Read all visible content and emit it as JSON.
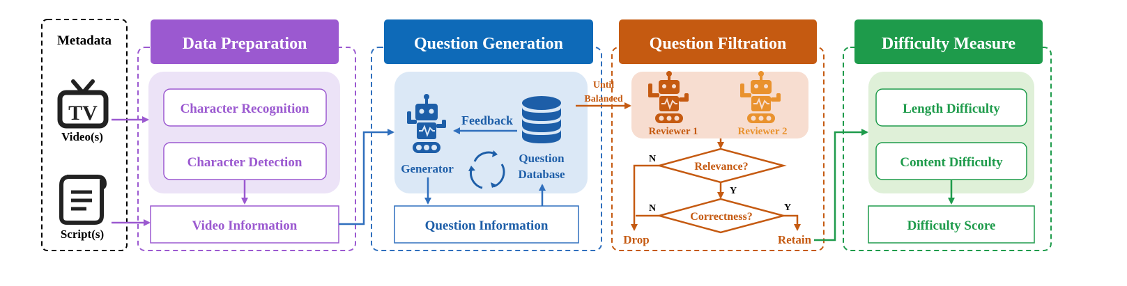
{
  "metadata": {
    "title": "Metadata",
    "video_label": "Video(s)",
    "video_icon_text": "TV",
    "script_label": "Script(s)"
  },
  "data_preparation": {
    "title": "Data Preparation",
    "character_recognition": "Character Recognition",
    "character_detection": "Character Detection",
    "video_information": "Video Information"
  },
  "question_generation": {
    "title": "Question Generation",
    "feedback": "Feedback",
    "generator": "Generator",
    "question_db_line1": "Question",
    "question_db_line2": "Database",
    "question_information": "Question Information"
  },
  "transition": {
    "until_line1": "Until",
    "until_line2": "Balanced"
  },
  "question_filtration": {
    "title": "Question Filtration",
    "reviewer1": "Reviewer 1",
    "reviewer2": "Reviewer 2",
    "relevance": "Relevance?",
    "correctness": "Correctness?",
    "no1": "N",
    "no2": "N",
    "yes1": "Y",
    "yes2": "Y",
    "drop": "Drop",
    "retain": "Retain"
  },
  "difficulty_measure": {
    "title": "Difficulty Measure",
    "length_difficulty": "Length Difficulty",
    "content_difficulty": "Content Difficulty",
    "difficulty_score": "Difficulty Score"
  },
  "colors": {
    "purple": "#9b59d0",
    "blue": "#2f6fbd",
    "orange": "#c55a11",
    "green": "#1e9b4b"
  }
}
